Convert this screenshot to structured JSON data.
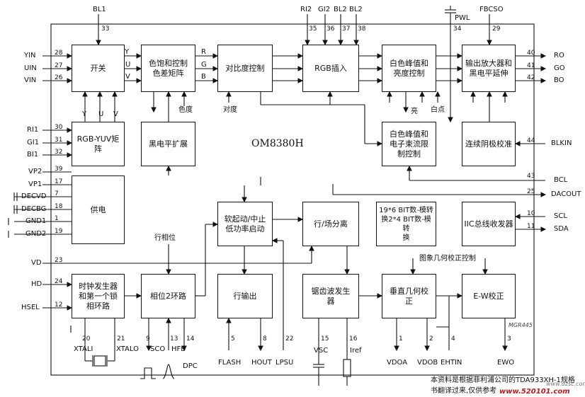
{
  "chip": "OM8380H",
  "blocks": {
    "switch": "开关",
    "sat": "色饱和控制\n色差矩阵",
    "contrast": "对比度控制",
    "rgbins": "RGB插入",
    "whitepk": "白色峰值和\n亮度控制",
    "outamp": "输出放大器和\n黑电平延伸",
    "rgbyuv": "RGB-YUV矩阵",
    "blackext": "黑电平扩展",
    "wpeam": "白色峰值和\n电子束流限\n制控制",
    "cont": "连续阴极校准",
    "power": "供电",
    "startup": "软起动/中止\n低功率启动",
    "hvsep": "行/场分离",
    "dac": "19*6 BIT数-模转\n换2*4 BIT数-模转\n换",
    "iic": "IIC总线收发器",
    "clock": "时钟发生器\n和第一个锁\n相环路",
    "phase2": "相位2环路",
    "hout": "行输出",
    "saw": "锯齿波发生\n器",
    "vgeo": "垂直几何校\n正",
    "ew": "E-W校正"
  },
  "labels": {
    "top": [
      "BL1",
      "RI2",
      "GI2",
      "BL2",
      "BL2",
      "PWL",
      "FBCSO"
    ],
    "left": [
      "YIN",
      "UIN",
      "VIN",
      "RI1",
      "GI1",
      "BI1",
      "VP2",
      "VP1",
      "DECVD",
      "DECBG",
      "GND1",
      "GND2",
      "VD",
      "HD",
      "HSEL"
    ],
    "right": [
      "RO",
      "GO",
      "BO",
      "BLKIN",
      "BCL",
      "DACOUT",
      "SCL",
      "SDA"
    ],
    "bottom": [
      "XTALI",
      "XTALO",
      "SCO",
      "HFB",
      "DPC",
      "FLASH",
      "HOUT",
      "LPSU",
      "VSC",
      "Iref",
      "VDOA",
      "VDOB",
      "EHTIN",
      "EWO"
    ],
    "internal": [
      "Y",
      "U",
      "V",
      "R",
      "G",
      "B",
      "Y",
      "U",
      "V",
      "色度",
      "对度",
      "亮",
      "白点",
      "行相位",
      "图象几何校正控制"
    ]
  },
  "pins": {
    "top": [
      "33",
      "35",
      "36",
      "37",
      "38",
      "34",
      "29"
    ],
    "left": [
      "28",
      "27",
      "26",
      "30",
      "31",
      "32",
      "39",
      "17",
      "7",
      "18",
      "1",
      "19",
      "23",
      "24",
      "12"
    ],
    "right": [
      "40",
      "41",
      "42",
      "44",
      "43",
      "25",
      "10",
      "11"
    ],
    "bottom": [
      "20",
      "21",
      "9",
      "13",
      "14",
      "5",
      "8",
      "22",
      "15",
      "16",
      "1",
      "2",
      "4",
      "3"
    ]
  },
  "code": "MGR445",
  "note": "本资料是根据菲利浦公司的TDA933XH-1规格书翻译过来,仅供参考",
  "watermark": "www.520101.com",
  "watermark2": "www.dzsc.com"
}
